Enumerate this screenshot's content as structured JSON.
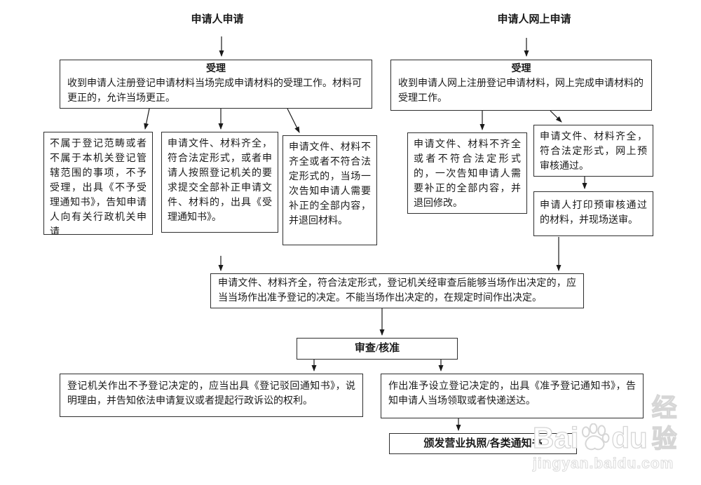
{
  "colors": {
    "background": "#ffffff",
    "border": "#2e2e2e",
    "text": "#1a1a1a",
    "watermark": "#d6d6d6"
  },
  "titles": {
    "left": "申请人申请",
    "right": "申请人网上申请"
  },
  "flowchart": {
    "accept_left": {
      "title": "受理",
      "body": "收到申请人注册登记申请材料当场完成申请材料的受理工作。材料可更正的，允许当场更正。"
    },
    "accept_right": {
      "title": "受理",
      "body": "收到申请人网上注册登记申请材料，网上完成申请材料的受理工作。"
    },
    "left_outcomes": [
      "不属于登记范畴或者不属于本机关登记管辖范围的事项，不予受理，出具《不予受理通知书》，告知申请人向有关行政机关申请",
      "申请文件、材料齐全，符合法定形式，或者申请人按照登记机关的要求提交全部补正申请文件、材料的，出具《受理通知书》。",
      "申请文件、材料不齐全或者不符合法定形式的，当场一次告知申请人需要补正的全部内容，并退回材料。"
    ],
    "right_outcomes": [
      "申请文件、材料不齐全或者不符合法定形式的，一次告知申请人需要补正的全部内容，并退回修改。",
      "申请文件、材料齐全，符合法定形式，网上预审核通过。",
      "申请人打印预审核通过的材料，并现场送审。"
    ],
    "decision": "申请文件、材料齐全，符合法定形式，登记机关经审查后能够当场作出决定的，应当当场作出准予登记的决定。不能当场作出决定的，在规定时间作出决定。",
    "review": "审查/核准",
    "reject": "登记机关作出不予登记决定的，应当出具《登记驳回通知书》，说明理由，并告知依法申请复议或者提起行政诉讼的权利。",
    "approve": "作出准予设立登记决定的，出具《准予登记通知书》，告知申请人当场领取或者快递送达。",
    "final": "颁发营业执照/各类通知书"
  },
  "watermark": {
    "brand_left": "Bai",
    "brand_right": "du",
    "brand_suffix": "经验",
    "url": "jingyan.baidu.com"
  }
}
